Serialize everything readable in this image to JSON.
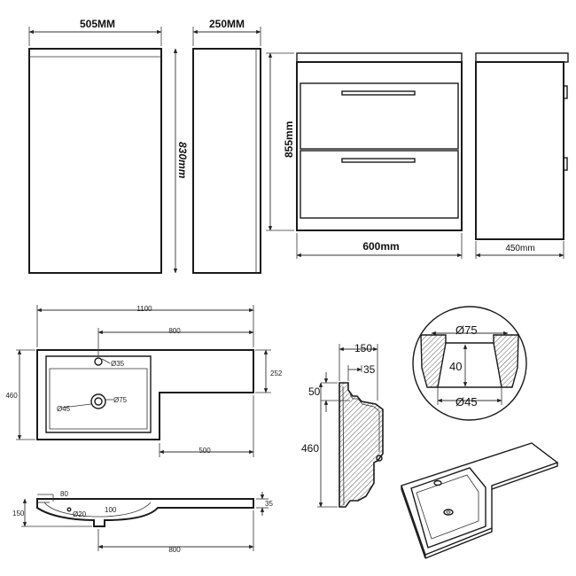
{
  "cabinet_front": {
    "width_label": "505MM",
    "height_label": "830mm"
  },
  "cabinet_side": {
    "depth_label": "250MM"
  },
  "vanity_front": {
    "height_label": "855mm",
    "width_label": "600mm"
  },
  "vanity_side": {
    "depth_label": "450mm"
  },
  "basin_top": {
    "overall_width": "1100",
    "bowl_width": "800",
    "overall_depth": "460",
    "right_depth": "252",
    "right_width": "500",
    "tap_hole": "Ø35",
    "waste_hole": "Ø45",
    "waste_outer": "Ø75"
  },
  "basin_section": {
    "width": "150",
    "rim": "35",
    "lip": "50",
    "height": "460"
  },
  "basin_front": {
    "offset": "80",
    "overflow": "Ø20",
    "distance": "100",
    "height_left": "150",
    "height_right": "35",
    "bowl_width": "800"
  },
  "waste_detail": {
    "top_dia": "Ø75",
    "depth": "40",
    "bottom_dia": "Ø45"
  }
}
